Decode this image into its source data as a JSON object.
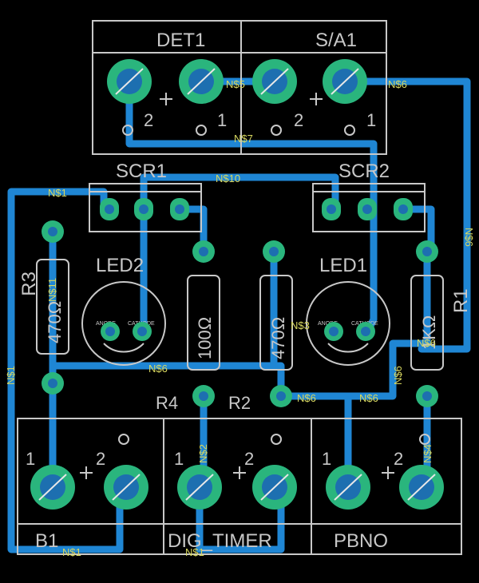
{
  "colors": {
    "background": "#000000",
    "trace": "#1f86d4",
    "pad": "#2ab57d",
    "silkscreen": "#c8c8c8",
    "net_label": "#d8d860"
  },
  "components": {
    "det1": "DET1",
    "sa1": "S/A1",
    "scr1": "SCR1",
    "scr2": "SCR2",
    "led2": "LED2",
    "led1": "LED1",
    "r3": "R3",
    "r4": "R4",
    "r2": "R2",
    "r1": "R1",
    "b1": "B1",
    "dig_timer": "DIG_TIMER",
    "pbno": "PBNO"
  },
  "values": {
    "r3": "470Ω",
    "r4": "100Ω",
    "r2": "470Ω",
    "r1": "1KΩ"
  },
  "pin_numbers": {
    "one": "1",
    "two": "2"
  },
  "led_pins": {
    "anode": "ANODE",
    "cathode": "CATHODE"
  },
  "nets": {
    "n1": "N$1",
    "n5": "N$5",
    "n6": "N$6",
    "n7": "N$7",
    "n10": "N$10",
    "n3": "N$3",
    "n11": "N$11",
    "n2": "N$2",
    "n4": "N$4"
  }
}
